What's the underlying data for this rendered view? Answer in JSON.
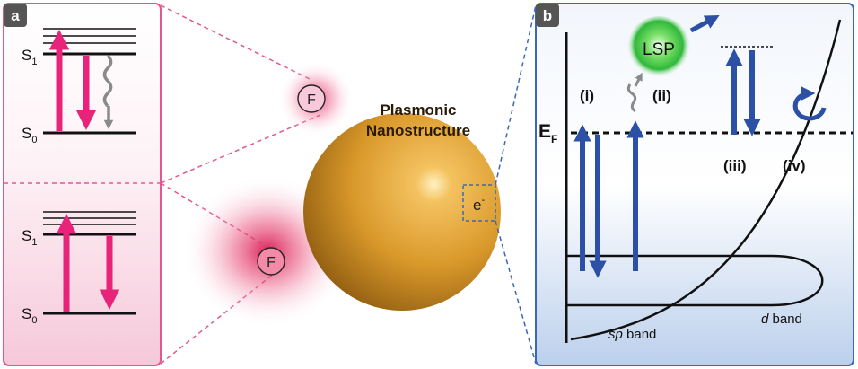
{
  "panel_a": {
    "label": "a",
    "top": {
      "s1": "S",
      "s1_sub": "1",
      "s0": "S",
      "s0_sub": "0"
    },
    "bottom": {
      "s1": "S",
      "s1_sub": "1",
      "s0": "S",
      "s0_sub": "0"
    }
  },
  "center": {
    "title_line1": "Plasmonic",
    "title_line2": "Nanostructure",
    "electron": "e",
    "electron_sup": "-",
    "fluorophore_top": "F",
    "fluorophore_bottom": "F"
  },
  "panel_b": {
    "label": "b",
    "lsp": "LSP",
    "fermi": "E",
    "fermi_sub": "F",
    "process_i": "(i)",
    "process_ii": "(ii)",
    "process_iii": "(iii)",
    "process_iv": "(iv)",
    "sp_italic": "sp",
    "sp_rest": " band",
    "d_italic": "d",
    "d_rest": " band"
  },
  "colors": {
    "magenta": "#e8247a",
    "blue": "#2b50a5",
    "pink_border": "#e0588f",
    "blue_border": "#3a68b8",
    "gray": "#8a8a8a"
  }
}
